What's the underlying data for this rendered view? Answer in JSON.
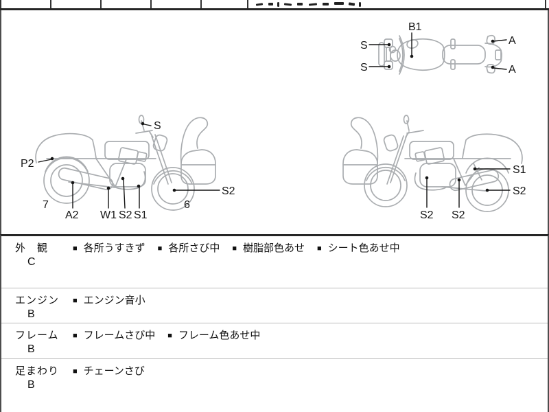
{
  "colors": {
    "outline": "#aaadb0",
    "annotation": "#151515",
    "damage_mark": "#c4382d"
  },
  "top_view": {
    "labels": {
      "b1": "B1",
      "s_top": "S",
      "s_bottom": "S",
      "a_top": "A",
      "a_bottom": "A"
    }
  },
  "left_view": {
    "labels": {
      "s": "S",
      "p2": "P2",
      "num7": "7",
      "a2": "A2",
      "w1": "W1",
      "s2_under": "S2",
      "s1": "S1",
      "s2_front": "S2",
      "num6": "6"
    }
  },
  "right_view": {
    "labels": {
      "s1": "S1",
      "s2_rear": "S2",
      "s2_engine": "S2",
      "s2_exhaust": "S2"
    }
  },
  "condition_table": {
    "bullet": "■",
    "rows": [
      {
        "category": "外　観",
        "grade": "C",
        "items": [
          "各所うすきず",
          "各所さび中",
          "樹脂部色あせ",
          "シート色あせ中"
        ]
      },
      {
        "category": "エンジン",
        "grade": "B",
        "items": [
          "エンジン音小"
        ]
      },
      {
        "category": "フレーム",
        "grade": "B",
        "items": [
          "フレームさび中",
          "フレーム色あせ中"
        ]
      },
      {
        "category": "足まわり",
        "grade": "B",
        "items": [
          "チェーンさび"
        ]
      }
    ]
  }
}
